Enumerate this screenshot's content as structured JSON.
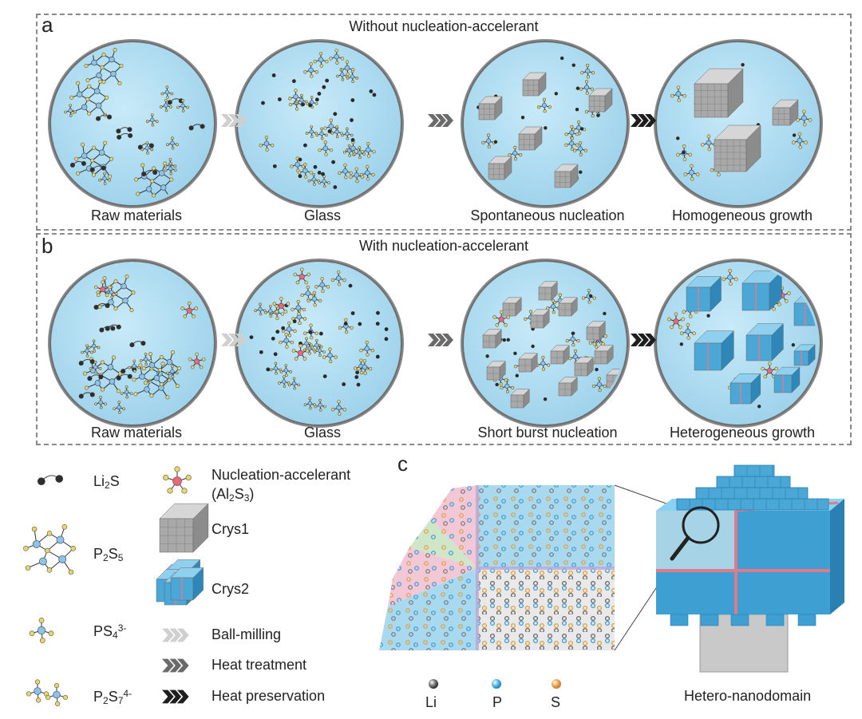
{
  "panel_a": {
    "letter": "a",
    "title": "Without nucleation-accelerant",
    "stages": [
      "Raw materials",
      "Glass",
      "Spontaneous nucleation",
      "Homogeneous growth"
    ]
  },
  "panel_b": {
    "letter": "b",
    "title": "With nucleation-accelerant",
    "stages": [
      "Raw materials",
      "Glass",
      "Short burst nucleation",
      "Heterogeneous growth"
    ]
  },
  "panel_c": {
    "letter": "c",
    "atoms": [
      "Li",
      "P",
      "S"
    ],
    "caption": "Hetero-nanodomain"
  },
  "legend": {
    "li2s": {
      "base": "Li",
      "sub1": "2",
      "rest": "S"
    },
    "p2s5": {
      "base": "P",
      "sub1": "2",
      "mid": "S",
      "sub2": "5"
    },
    "ps4": {
      "base": "PS",
      "sub1": "4",
      "sup": "3-"
    },
    "p2s7": {
      "base": "P",
      "sub1": "2",
      "mid": "S",
      "sub2": "7",
      "sup": "4-"
    },
    "accelerant_line1": "Nucleation-accelerant",
    "accelerant_line2": {
      "open": "(Al",
      "sub1": "2",
      "mid": "S",
      "sub2": "3",
      "close": ")"
    },
    "crys1": "Crys1",
    "crys2": "Crys2",
    "ball_milling": "Ball-milling",
    "heat_treatment": "Heat treatment",
    "heat_preservation": "Heat preservation"
  },
  "colors": {
    "circle_fill": "#aedcf0",
    "circle_rim": "#6e6e6e",
    "p_atom": "#8fc3e6",
    "s_atom": "#e8d66a",
    "li_atom": "#2f2f2f",
    "accel_center": "#e86a7a",
    "crys1": "#b4b4b4",
    "crys2": "#5fb4dc",
    "arrow_ball": "#cfcfcf",
    "arrow_heat": "#6a6a6a",
    "arrow_preserve": "#1e1e1e"
  }
}
